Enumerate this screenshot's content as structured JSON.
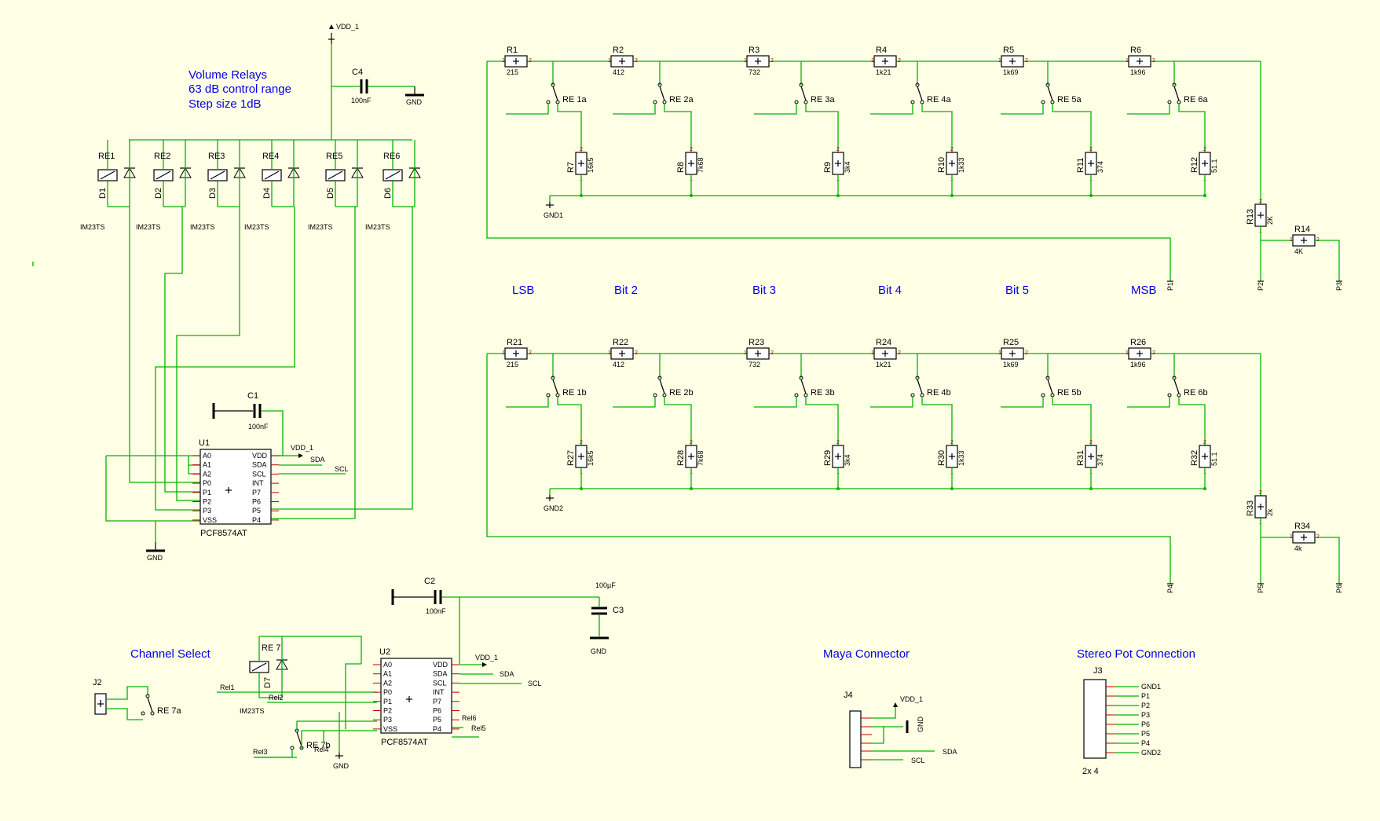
{
  "colors": {
    "background": "#ffffe6",
    "wire": "#00b400",
    "annotation": "#0000e6",
    "pin_number": "#c00000",
    "part": "#000000"
  },
  "annotations": {
    "volume_relays": "Volume Relays",
    "control_range": "63 dB control range",
    "step_size": "Step size 1dB",
    "channel_select": "Channel Select",
    "maya_connector": "Maya Connector",
    "stereo_pot": "Stereo Pot Connection",
    "bits": [
      "LSB",
      "Bit 2",
      "Bit 3",
      "Bit 4",
      "Bit 5",
      "MSB"
    ]
  },
  "power": {
    "vdd": "VDD_1",
    "gnd": "GND",
    "gnd1": "GND1",
    "gnd2": "GND2"
  },
  "capacitors": {
    "c4": {
      "ref": "C4",
      "value": "100nF"
    },
    "c1": {
      "ref": "C1",
      "value": "100nF"
    },
    "c2": {
      "ref": "C2",
      "value": "100nF"
    },
    "c3": {
      "ref": "C3",
      "value": "100µF"
    }
  },
  "relay_bank": {
    "relays": [
      "RE1",
      "RE2",
      "RE3",
      "RE4",
      "RE5",
      "RE6"
    ],
    "diodes": [
      "D1",
      "D2",
      "D3",
      "D4",
      "D5",
      "D6"
    ],
    "type": "IM23TS"
  },
  "u1": {
    "ref": "U1",
    "part": "PCF8574AT",
    "left_pins": [
      "A0",
      "A1",
      "A2",
      "P0",
      "P1",
      "P2",
      "P3",
      "VSS"
    ],
    "right_pins": [
      "VDD",
      "SDA",
      "SCL",
      "INT",
      "P7",
      "P6",
      "P5",
      "P4"
    ],
    "sda": "SDA",
    "scl": "SCL"
  },
  "u2": {
    "ref": "U2",
    "part": "PCF8574AT",
    "left_pins": [
      "A0",
      "A1",
      "A2",
      "P0",
      "P1",
      "P2",
      "P3",
      "VSS"
    ],
    "right_pins": [
      "VDD",
      "SDA",
      "SCL",
      "INT",
      "P7",
      "P6",
      "P5",
      "P4"
    ],
    "sda": "SDA",
    "scl": "SCL"
  },
  "ladder_top": {
    "series": [
      {
        "ref": "R1",
        "value": "215"
      },
      {
        "ref": "R2",
        "value": "412"
      },
      {
        "ref": "R3",
        "value": "732"
      },
      {
        "ref": "R4",
        "value": "1k21"
      },
      {
        "ref": "R5",
        "value": "1k69"
      },
      {
        "ref": "R6",
        "value": "1k96"
      }
    ],
    "switches": [
      "RE 1a",
      "RE 2a",
      "RE 3a",
      "RE 4a",
      "RE 5a",
      "RE 6a"
    ],
    "shunts": [
      {
        "ref": "R7",
        "value": "16k5"
      },
      {
        "ref": "R8",
        "value": "7k68"
      },
      {
        "ref": "R9",
        "value": "3k4"
      },
      {
        "ref": "R10",
        "value": "1k33"
      },
      {
        "ref": "R11",
        "value": "374"
      },
      {
        "ref": "R12",
        "value": "51.1"
      }
    ],
    "r13": {
      "ref": "R13",
      "value": "2K"
    },
    "r14": {
      "ref": "R14",
      "value": "4K"
    },
    "ports": [
      "P1",
      "P2",
      "P3"
    ]
  },
  "ladder_bottom": {
    "series": [
      {
        "ref": "R21",
        "value": "215"
      },
      {
        "ref": "R22",
        "value": "412"
      },
      {
        "ref": "R23",
        "value": "732"
      },
      {
        "ref": "R24",
        "value": "1k21"
      },
      {
        "ref": "R25",
        "value": "1k69"
      },
      {
        "ref": "R26",
        "value": "1k96"
      }
    ],
    "switches": [
      "RE 1b",
      "RE 2b",
      "RE 3b",
      "RE 4b",
      "RE 5b",
      "RE 6b"
    ],
    "shunts": [
      {
        "ref": "R27",
        "value": "16k5"
      },
      {
        "ref": "R28",
        "value": "7k68"
      },
      {
        "ref": "R29",
        "value": "3k4"
      },
      {
        "ref": "R30",
        "value": "1k33"
      },
      {
        "ref": "R31",
        "value": "374"
      },
      {
        "ref": "R32",
        "value": "51.1"
      }
    ],
    "r33": {
      "ref": "R33",
      "value": "2k"
    },
    "r34": {
      "ref": "R34",
      "value": "4k"
    },
    "ports": [
      "P4",
      "P5",
      "P6"
    ]
  },
  "channel": {
    "relay": "RE 7",
    "diode": "D7",
    "type": "IM23TS",
    "sw_a": "RE 7a",
    "sw_b": "RE 7b",
    "conn": "J2",
    "nets": [
      "Rel1",
      "Rel2",
      "Rel3",
      "Rel4",
      "Rel5",
      "Rel6"
    ]
  },
  "j4": {
    "ref": "J4",
    "vdd": "VDD_1",
    "gnd": "GND",
    "sda": "SDA",
    "scl": "SCL"
  },
  "j3": {
    "ref": "J3",
    "size": "2x 4",
    "pins": [
      "GND1",
      "P1",
      "P2",
      "P3",
      "P6",
      "P5",
      "P4",
      "GND2"
    ]
  }
}
